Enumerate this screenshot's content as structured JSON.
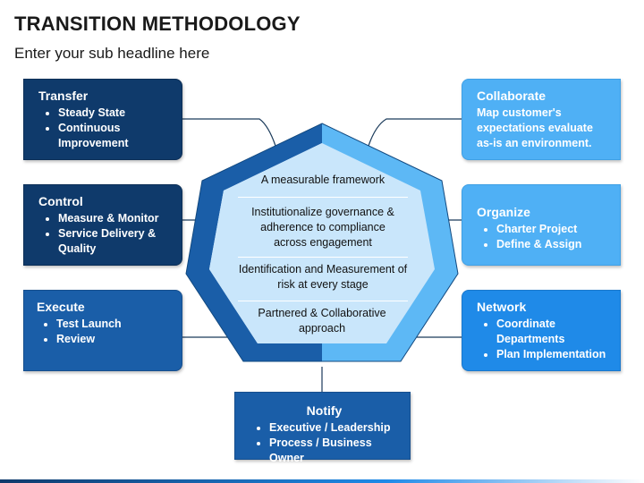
{
  "title": "TRANSITION METHODOLOGY",
  "subtitle": "Enter your sub headline here",
  "center": {
    "statements": [
      "A measurable framework",
      "Institutionalize governance & adherence to compliance across engagement",
      "Identification and Measurement of risk at every stage",
      "Partnered & Collaborative approach"
    ]
  },
  "boxes": {
    "transfer": {
      "title": "Transfer",
      "items": [
        "Steady State",
        "Continuous Improvement"
      ]
    },
    "control": {
      "title": "Control",
      "items": [
        "Measure & Monitor",
        "Service Delivery & Quality"
      ]
    },
    "execute": {
      "title": "Execute",
      "items": [
        "Test Launch",
        "Review"
      ]
    },
    "notify": {
      "title": "Notify",
      "items": [
        "Executive / Leadership",
        "Process / Business Owner"
      ]
    },
    "collaborate": {
      "title": "Collaborate",
      "text": "Map customer's expectations evaluate as-is an environment."
    },
    "organize": {
      "title": "Organize",
      "items": [
        "Charter Project",
        "Define & Assign"
      ]
    },
    "network": {
      "title": "Network",
      "items": [
        "Coordinate Departments",
        "Plan Implementation"
      ]
    }
  },
  "colors": {
    "dark_navy": "#0f3a6b",
    "mid_blue": "#1a5ea8",
    "light_blue": "#4fb0f5",
    "bright_blue": "#1f8ae8",
    "heptagon_fill": "#c9e6fb",
    "heptagon_border_light": "#5db8f5",
    "heptagon_border_dark": "#1a5ea8"
  }
}
